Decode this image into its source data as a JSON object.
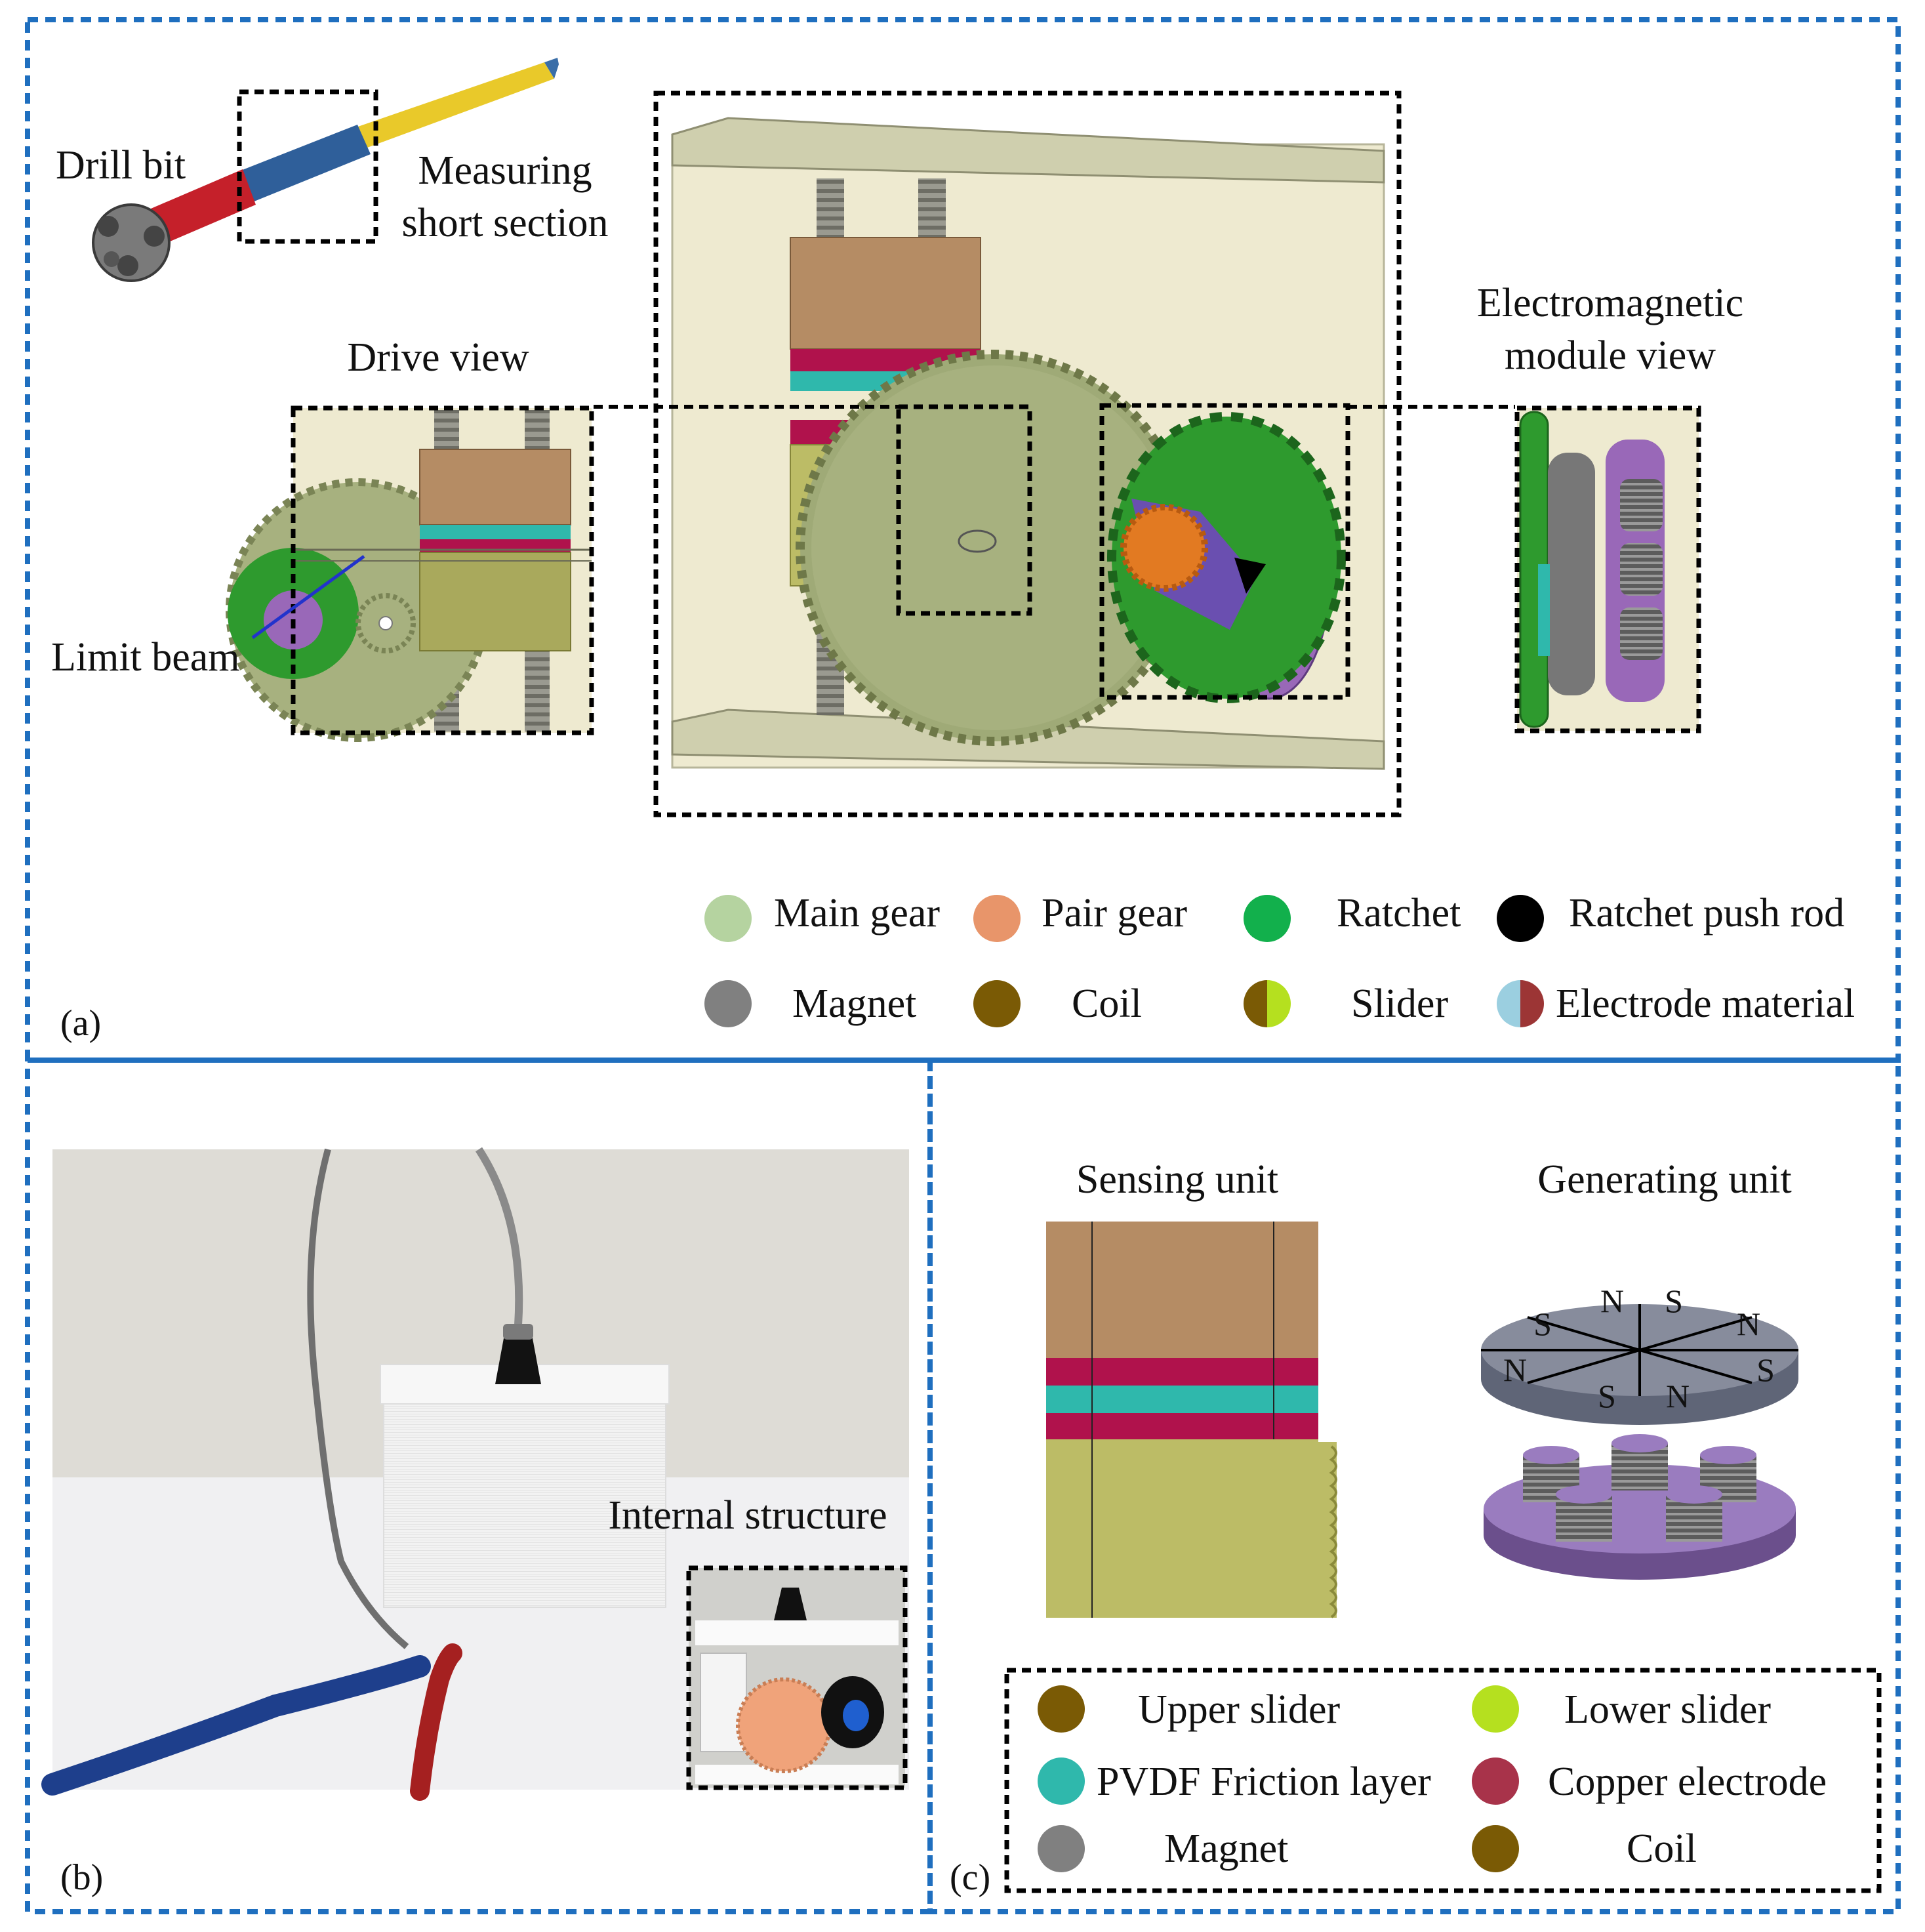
{
  "panel_a": {
    "label": "(a)",
    "drill_bit_label": "Drill bit",
    "measuring_label_1": "Measuring",
    "measuring_label_2": "short section",
    "drive_view_label": "Drive view",
    "limit_beam_label": "Limit beam",
    "em_module_label_1": "Electromagnetic",
    "em_module_label_2": "module view",
    "legend": [
      {
        "label": "Main gear",
        "color": "#b5d3a0",
        "split_color": ""
      },
      {
        "label": "Pair gear",
        "color": "#e8956a",
        "split_color": ""
      },
      {
        "label": "Ratchet",
        "color": "#12b04c",
        "split_color": ""
      },
      {
        "label": "Ratchet push rod",
        "color": "#000000",
        "split_color": ""
      },
      {
        "label": "Magnet",
        "color": "#808080",
        "split_color": ""
      },
      {
        "label": "Coil",
        "color": "#7a5a05",
        "split_color": ""
      },
      {
        "label": "Slider",
        "color": "#7a5a05",
        "split_color": "#b5e01f"
      },
      {
        "label": "Electrode material",
        "color": "#9bcfe0",
        "split_color": "#9c3535"
      }
    ]
  },
  "panel_b": {
    "label": "(b)",
    "internal_label": "Internal structure"
  },
  "panel_c": {
    "label": "(c)",
    "sensing_title": "Sensing unit",
    "generating_title": "Generating unit",
    "magnet_poles": [
      "N",
      "S",
      "N",
      "S",
      "N",
      "S",
      "N",
      "S"
    ],
    "legend": [
      {
        "label": "Upper slider",
        "color": "#7a5a05"
      },
      {
        "label": "Lower slider",
        "color": "#b5e01f"
      },
      {
        "label": "PVDF Friction layer",
        "color": "#2fb8ac"
      },
      {
        "label": "Copper electrode",
        "color": "#a8334a"
      },
      {
        "label": "Magnet",
        "color": "#808080"
      },
      {
        "label": "Coil",
        "color": "#7a5a05"
      }
    ]
  }
}
